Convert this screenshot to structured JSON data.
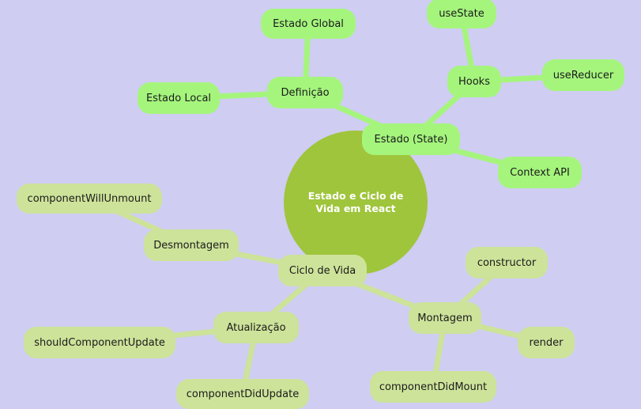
{
  "mindmap": {
    "center": "Estado e Ciclo de Vida em React",
    "estado": {
      "label": "Estado (State)",
      "definicao": "Definição",
      "estado_global": "Estado Global",
      "estado_local": "Estado Local",
      "hooks": "Hooks",
      "use_state": "useState",
      "use_reducer": "useReducer",
      "context_api": "Context API"
    },
    "ciclo": {
      "label": "Ciclo de Vida",
      "desmontagem": "Desmontagem",
      "component_will_unmount": "componentWillUnmount",
      "atualizacao": "Atualização",
      "should_component_update": "shouldComponentUpdate",
      "component_did_update": "componentDidUpdate",
      "montagem": "Montagem",
      "constructor": "constructor",
      "render": "render",
      "component_did_mount": "componentDidMount"
    }
  },
  "colors": {
    "background": "#cfcdf2",
    "center": "#9fc53c",
    "estado_branch": "#a5f57d",
    "ciclo_branch": "#cde39a"
  }
}
